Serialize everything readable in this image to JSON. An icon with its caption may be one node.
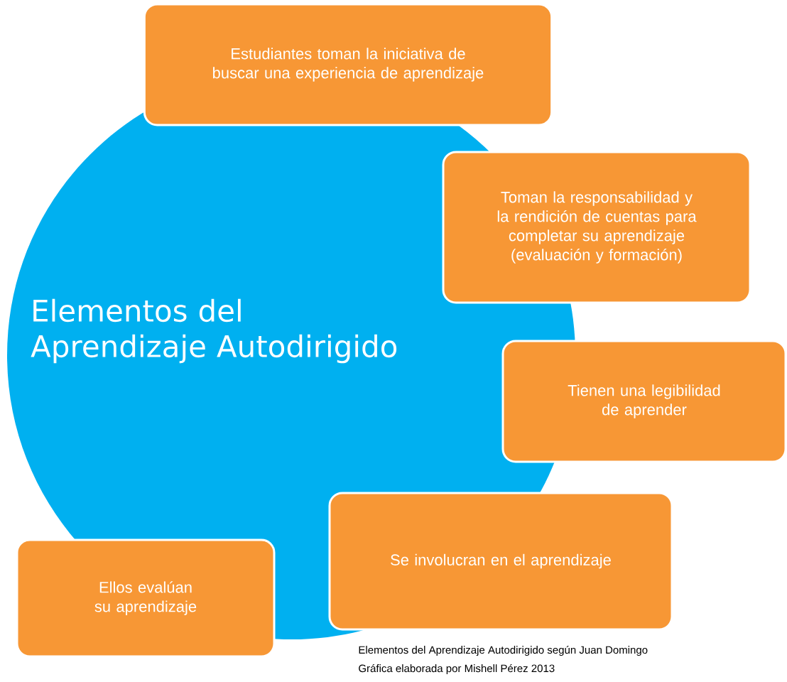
{
  "diagram": {
    "nodes": [
      {
        "text": [
          "Elementos del Aprendizaje Autodirigido"
        ]
      },
      {
        "text": [
          "Estudiantes toman la iniciativa de buscar una experiencia de aprendizaje"
        ]
      },
      {
        "text": [
          "Toman la responsabilidad y la rendición de cuentas para completar su aprendizaje (evaluación y formación)"
        ]
      },
      {
        "text": [
          "Tienen una legibilidad de aprender"
        ]
      },
      {
        "text": [
          "Se involucran en el aprendizaje"
        ]
      },
      {
        "text": [
          "Ellos evalúan su aprendizaje"
        ]
      }
    ],
    "edges": [],
    "labels": [
      "Elementos del Aprendizaje Autodirigido según Juan Domingo",
      "Gráfica elaborada por Mishell Pérez 2013"
    ]
  }
}
